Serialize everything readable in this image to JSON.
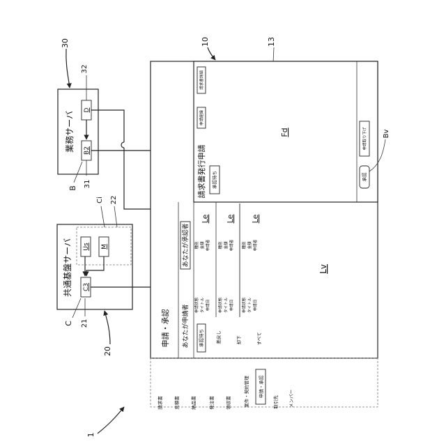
{
  "figure": {
    "refs": {
      "system": "1",
      "terminal": "10",
      "screen": "13",
      "common_server": "20",
      "common_c3_ref": "21",
      "common_store_ref": "22",
      "business_server": "30",
      "business_b2_ref": "31",
      "business_d_ref": "32",
      "label_c": "C",
      "label_b": "B",
      "label_ci": "Ci",
      "label_bv": "Bv"
    },
    "common_server": {
      "title": "共通基盤サーバ",
      "c3": "C3",
      "us": "Us",
      "m": "M"
    },
    "business_server": {
      "title": "業務サーバ",
      "b2": "B2",
      "d": "D"
    },
    "screen": {
      "menu": {
        "items": [
          "請求書",
          "見積書",
          "納品書",
          "発注書",
          "領収書",
          "案件・契約管理",
          "申請・承認",
          "取引先",
          "メンバー"
        ]
      },
      "panel": {
        "title": "申請・承認",
        "tabs": [
          "あなたが申請者",
          "あなたが承認者"
        ],
        "filters": [
          "承認待ち",
          "差戻し",
          "却下",
          "すべて"
        ],
        "row_fields": [
          "申請状態",
          "タイトル",
          "申請日"
        ],
        "row_fields_right": [
          "種別",
          "金額",
          "申請者"
        ],
        "list_label": "Lv",
        "item_label": "Le"
      },
      "detail": {
        "title": "請求書発行申請",
        "status": "承認待ち",
        "history_btn": "申請経緯",
        "invoice_btn": "請求書詳細",
        "form_label": "Fd",
        "approve_btn": "承認",
        "withdraw_btn": "申請取り下げ"
      }
    }
  }
}
